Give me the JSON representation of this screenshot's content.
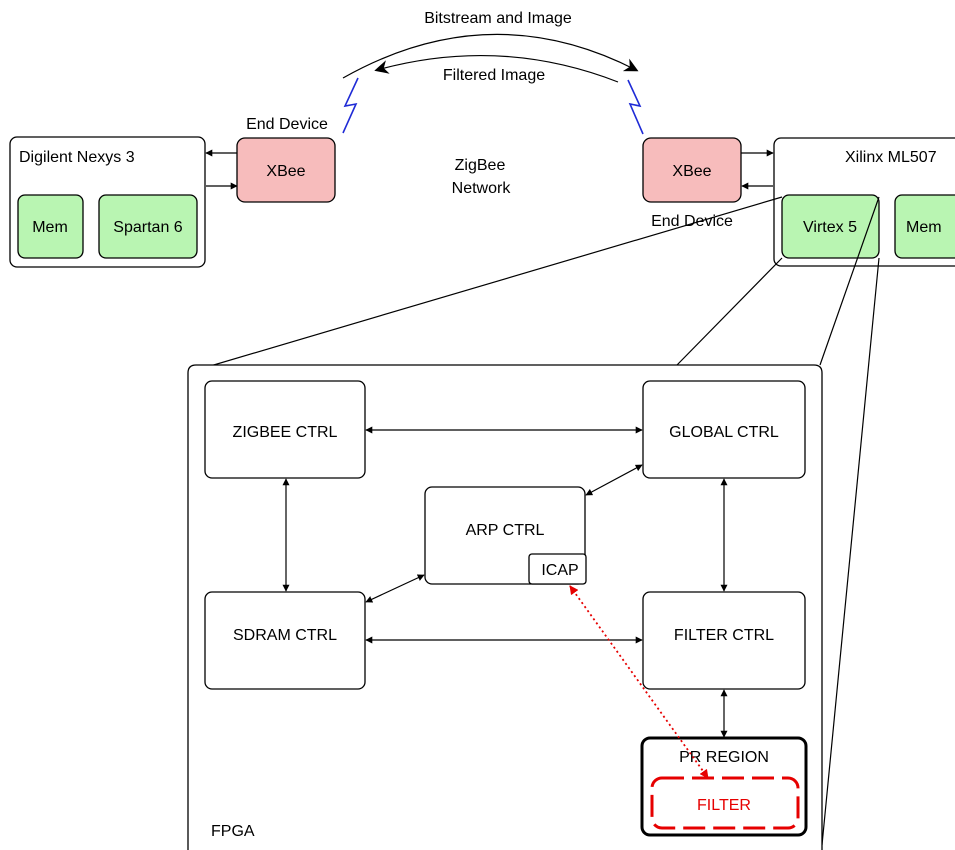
{
  "colors": {
    "xbee_fill": "#f7bcbc",
    "chip_fill": "#b9f5b2",
    "wireless_bolt": "#1f2bd6",
    "reconfig_red": "#e60000"
  },
  "icons": {
    "wireless": "lightning-bolt-icon"
  },
  "link": {
    "top_label": "Bitstream and Image",
    "bottom_label": "Filtered Image",
    "network_line1": "ZigBee",
    "network_line2": "Network"
  },
  "left_board": {
    "title": "Digilent Nexys 3",
    "mem": "Mem",
    "fpga": "Spartan 6",
    "xbee": "XBee",
    "xbee_role": "End Device"
  },
  "right_board": {
    "title": "Xilinx ML507",
    "fpga": "Virtex 5",
    "mem": "Mem",
    "xbee": "XBee",
    "xbee_role": "End Device"
  },
  "fpga": {
    "label": "FPGA",
    "zigbee_ctrl": "ZIGBEE CTRL",
    "global_ctrl": "GLOBAL CTRL",
    "arp_ctrl": "ARP CTRL",
    "icap": "ICAP",
    "sdram_ctrl": "SDRAM CTRL",
    "filter_ctrl": "FILTER CTRL",
    "pr_region": "PR REGION",
    "filter": "FILTER"
  }
}
